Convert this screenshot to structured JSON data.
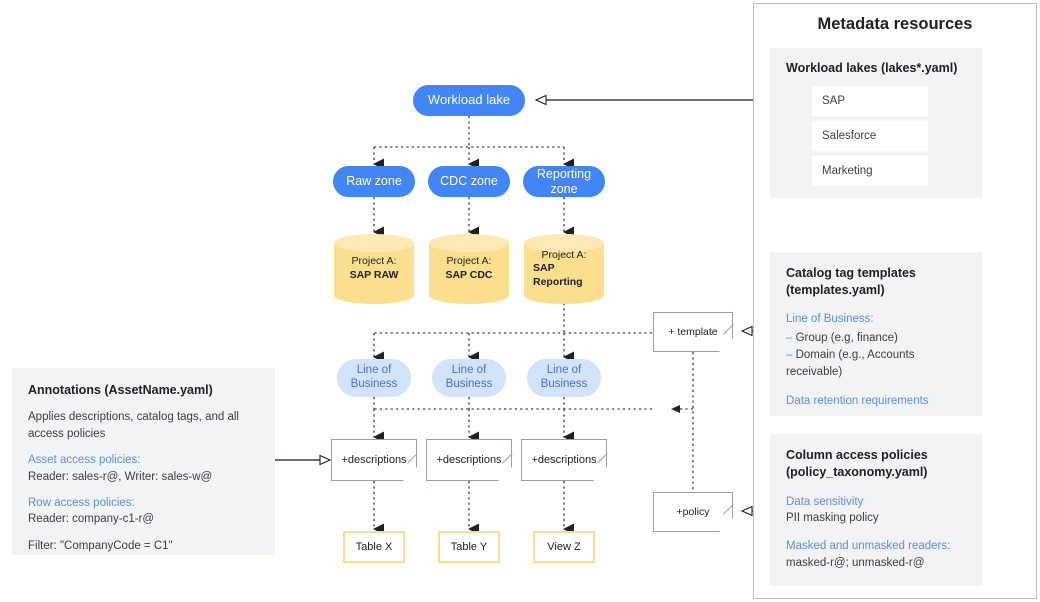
{
  "diagram": {
    "title": "Metadata resources",
    "colors": {
      "blue": "#4285F4",
      "light_blue": "#D2E3FC",
      "yellow": "#FCDF8E",
      "panel_gray": "#F1F3F4",
      "link_blue": "#5b8def"
    }
  },
  "flow": {
    "lake": "Workload lake",
    "zones": [
      "Raw zone",
      "CDC zone",
      "Reporting zone"
    ],
    "projects": [
      {
        "line1": "Project A:",
        "line2": "SAP RAW"
      },
      {
        "line1": "Project A:",
        "line2": "SAP CDC"
      },
      {
        "line1": "Project A:",
        "line2": "SAP Reporting"
      }
    ],
    "lob": [
      "Line of Business",
      "Line of Business",
      "Line of Business"
    ],
    "descriptions": [
      "+descriptions",
      "+descriptions",
      "+descriptions"
    ],
    "outputs": [
      "Table X",
      "Table Y",
      "View Z"
    ],
    "template_note": "+ template",
    "policy_note": "+policy"
  },
  "annotations": {
    "title": "Annotations (AssetName.yaml)",
    "subtitle": "Applies descriptions, catalog tags, and all access policies",
    "asset_heading": "Asset access policies:",
    "asset_value": "Reader: sales-r@, Writer: sales-w@",
    "row_heading": "Row access policies:",
    "row_value": "Reader: company-c1-r@",
    "filter": "Filter: \"CompanyCode = C1\""
  },
  "metadata": {
    "title": "Metadata resources",
    "workload_lakes": {
      "title": "Workload lakes (lakes*.yaml)",
      "items": [
        "SAP",
        "Salesforce",
        "Marketing"
      ]
    },
    "catalog_templates": {
      "title_line1": "Catalog tag templates",
      "title_line2": "(templates.yaml)",
      "lob_heading": "Line of Business:",
      "bullets": [
        "Group (e.g, finance)",
        "Domain (e.g., Accounts receivable)"
      ],
      "retention": "Data retention requirements"
    },
    "column_policies": {
      "title_line1": "Column access policies",
      "title_line2": "(policy_taxonomy.yaml)",
      "sensitivity_heading": "Data sensitivity",
      "sensitivity_value": "PII masking policy",
      "readers_heading": "Masked and unmasked readers:",
      "readers_value": "masked-r@; unmasked-r@"
    }
  }
}
